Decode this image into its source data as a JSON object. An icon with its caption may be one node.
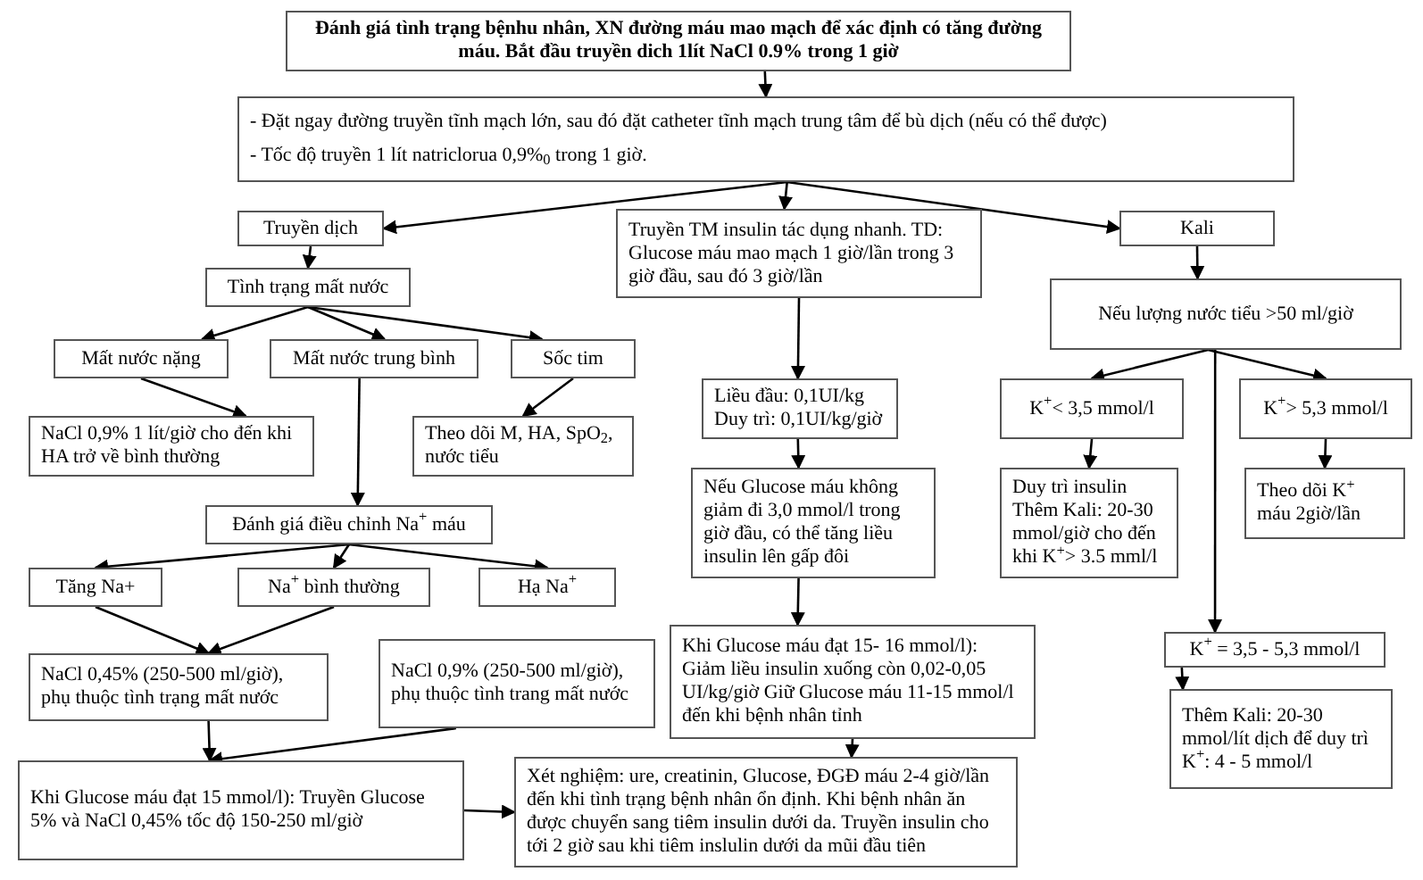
{
  "diagram": {
    "nodes": [
      {
        "text": [
          "Đánh giá tình trạng bệnhu nhân, XN đường máu mao mạch để xác định có tăng đường máu. Bắt đầu truyền dich 1lít NaCl 0.9% trong 1 giờ"
        ]
      },
      {
        "text": [
          "- Đặt ngay đường truyền tĩnh mạch lớn, sau đó đặt catheter tĩnh mạch trung tâm để bù dịch (nếu có thể được)",
          "- Tốc độ truyền 1 lít natriclorua 0,9%$_{0}$ trong 1 giờ."
        ]
      },
      {
        "text": [
          "Truyền dịch"
        ]
      },
      {
        "text": [
          "Truyền TM insulin tác dụng nhanh. TD: Glucose máu mao mạch 1 giờ/lần trong 3 giờ đầu, sau đó 3 giờ/lần"
        ]
      },
      {
        "text": [
          "Kali"
        ]
      },
      {
        "text": [
          "Tình trạng mất nước"
        ]
      },
      {
        "text": [
          "Nếu lượng nước tiểu >50 ml/giờ"
        ]
      },
      {
        "text": [
          "Mất nước nặng"
        ]
      },
      {
        "text": [
          "Mất nước trung bình"
        ]
      },
      {
        "text": [
          "Sốc tim"
        ]
      },
      {
        "text": [
          "Liều đầu: 0,1UI/kg Duy trì: 0,1UI/kg/giờ"
        ]
      },
      {
        "text": [
          "K$^{+}$< 3,5 mmol/l"
        ]
      },
      {
        "text": [
          "K$^{+}$> 5,3 mmol/l"
        ]
      },
      {
        "text": [
          "NaCl 0,9% 1 lít/giờ cho đến khi HA trở về bình thường"
        ]
      },
      {
        "text": [
          "Theo dõi M, HA, SpO$_{2}$, nước tiểu"
        ]
      },
      {
        "text": [
          "Nếu Glucose máu không giảm đi 3,0 mmol/l trong giờ đầu, có thể tăng liều insulin lên gấp đôi"
        ]
      },
      {
        "text": [
          "Duy trì insulin Thêm Kali: 20-30 mmol/giờ cho đến khi K$^{+}$> 3.5 mml/l"
        ]
      },
      {
        "text": [
          "Theo dõi K$^{+}$ máu 2giờ/lần"
        ]
      },
      {
        "text": [
          "Đánh giá điều chỉnh Na$^{+}$ máu"
        ]
      },
      {
        "text": [
          "Tăng Na+"
        ]
      },
      {
        "text": [
          "Na$^{+}$ bình thường"
        ]
      },
      {
        "text": [
          "Hạ Na$^{+}$"
        ]
      },
      {
        "text": [
          "Khi Glucose máu đạt 15- 16 mmol/l): Giảm liều insulin xuống còn 0,02-0,05 UI/kg/giờ Giữ Glucose máu 11-15 mmol/l đến khi bệnh nhân tỉnh"
        ]
      },
      {
        "text": [
          "K$^{+}$ = 3,5 - 5,3 mmol/l"
        ]
      },
      {
        "text": [
          "NaCl 0,45% (250-500 ml/giờ), phụ thuộc tình trạng mất nước"
        ]
      },
      {
        "text": [
          "NaCl 0,9% (250-500 ml/giờ), phụ thuộc tình trang mất nước"
        ]
      },
      {
        "text": [
          "Thêm Kali: 20-30 mmol/lít dịch để duy trì K$^{+}$: 4 - 5 mmol/l"
        ]
      },
      {
        "text": [
          "Khi Glucose máu đạt 15 mmol/l): Truyền Glucose 5% và NaCl 0,45% tốc độ 150-250 ml/giờ"
        ]
      },
      {
        "text": [
          "Xét nghiệm: ure, creatinin, Glucose, ĐGĐ máu 2-4 giờ/lần đến khi tình trạng bệnh nhân ổn định. Khi bệnh nhân ăn được chuyển sang tiêm insulin dưới da. Truyền insulin cho tới 2 giờ sau khi tiêm inslulin dưới da mũi đầu tiên"
        ]
      }
    ],
    "edges": [
      {
        "from": 0,
        "to": 1,
        "arrow": "to"
      },
      {
        "from": 1,
        "to": 2,
        "arrow": "to"
      },
      {
        "from": 1,
        "to": 3,
        "arrow": "to"
      },
      {
        "from": 1,
        "to": 4,
        "arrow": "to"
      },
      {
        "from": 2,
        "to": 5,
        "arrow": "to"
      },
      {
        "from": 4,
        "to": 6,
        "arrow": "to"
      },
      {
        "from": 5,
        "to": 7,
        "arrow": "to"
      },
      {
        "from": 5,
        "to": 8,
        "arrow": "to"
      },
      {
        "from": 5,
        "to": 9,
        "arrow": "to"
      },
      {
        "from": 3,
        "to": 10,
        "arrow": "to"
      },
      {
        "from": 6,
        "to": 11,
        "arrow": "to"
      },
      {
        "from": 6,
        "to": 12,
        "arrow": "to"
      },
      {
        "from": 6,
        "to": 23,
        "arrow": "to"
      },
      {
        "from": 7,
        "to": 13,
        "arrow": "to"
      },
      {
        "from": 9,
        "to": 14,
        "arrow": "to"
      },
      {
        "from": 10,
        "to": 15,
        "arrow": "to"
      },
      {
        "from": 11,
        "to": 16,
        "arrow": "to"
      },
      {
        "from": 12,
        "to": 17,
        "arrow": "to"
      },
      {
        "from": 8,
        "to": 18,
        "arrow": "to"
      },
      {
        "from": 18,
        "to": 19,
        "arrow": "to"
      },
      {
        "from": 18,
        "to": 20,
        "arrow": "to"
      },
      {
        "from": 18,
        "to": 21,
        "arrow": "to"
      },
      {
        "from": 15,
        "to": 22,
        "arrow": "to"
      },
      {
        "from": 19,
        "to": 24,
        "arrow": "to"
      },
      {
        "from": 20,
        "to": 24,
        "arrow": "to"
      },
      {
        "from": 24,
        "to": 27,
        "arrow": "to"
      },
      {
        "from": 25,
        "to": 27,
        "arrow": "to"
      },
      {
        "from": 27,
        "to": 28,
        "arrow": "to"
      },
      {
        "from": 22,
        "to": 28,
        "arrow": "to"
      },
      {
        "from": 23,
        "to": 26,
        "arrow": "to"
      }
    ]
  }
}
